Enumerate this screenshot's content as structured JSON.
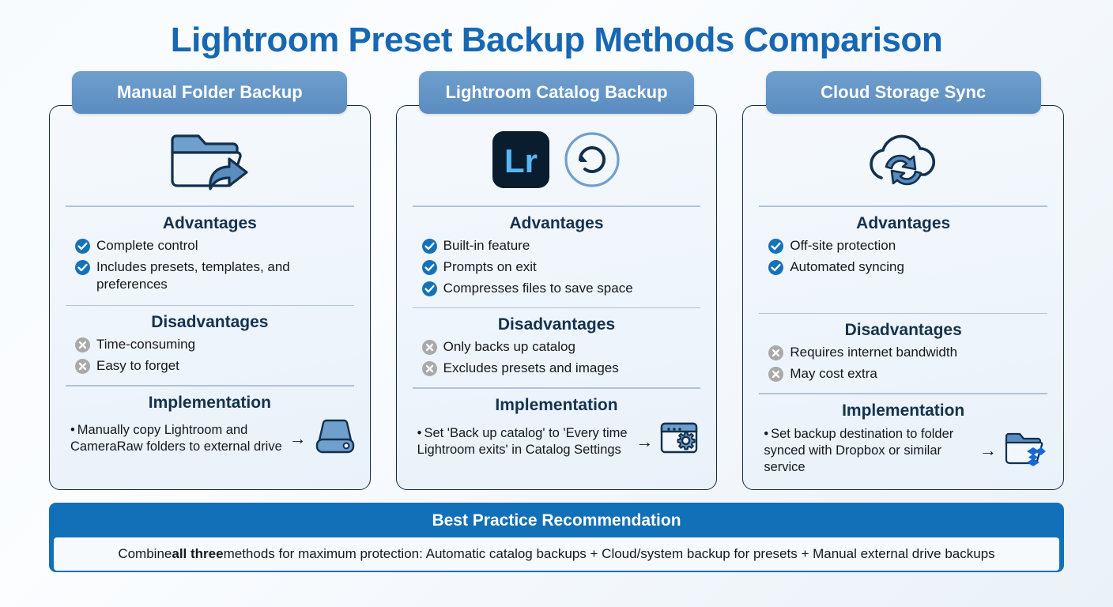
{
  "page": {
    "title": "Lightroom Preset Backup Methods Comparison",
    "accent_blue": "#1767b3",
    "header_pill_blue": "#5b8cc0",
    "banner_blue": "#1270b8",
    "check_color": "#1572b8",
    "cross_color": "#a9a9a9",
    "section_heading_color": "#14324e"
  },
  "sections": {
    "advantages_label": "Advantages",
    "disadvantages_label": "Disadvantages",
    "implementation_label": "Implementation"
  },
  "columns": [
    {
      "header": "Manual Folder Backup",
      "icons": [
        "folder-share-icon"
      ],
      "advantages": [
        "Complete control",
        "Includes presets, templates, and preferences"
      ],
      "disadvantages": [
        "Time-consuming",
        "Easy to forget"
      ],
      "implementation": {
        "text": "Manually copy Lightroom and CameraRaw folders to external drive",
        "arrow": "→",
        "icon": "external-hard-drive-icon"
      }
    },
    {
      "header": "Lightroom Catalog Backup",
      "icons": [
        "lightroom-lr-logo-icon",
        "restore-rotate-icon"
      ],
      "advantages": [
        "Built-in feature",
        "Prompts on exit",
        "Compresses files to save space"
      ],
      "disadvantages": [
        "Only backs up catalog",
        "Excludes presets and images"
      ],
      "implementation": {
        "text": "Set 'Back up catalog' to 'Every time Lightroom exits' in Catalog Settings",
        "arrow": "→",
        "icon": "browser-settings-gear-icon"
      }
    },
    {
      "header": "Cloud Storage Sync",
      "icons": [
        "cloud-sync-icon"
      ],
      "advantages": [
        "Off-site protection",
        "Automated syncing"
      ],
      "disadvantages": [
        "Requires internet bandwidth",
        "May cost extra"
      ],
      "implementation": {
        "text": "Set backup destination to folder synced with Dropbox or similar service",
        "arrow": "→",
        "icon": "dropbox-folder-icon"
      }
    }
  ],
  "banner": {
    "title": "Best Practice Recommendation",
    "body_prefix": "Combine ",
    "body_bold": "all three",
    "body_suffix": " methods for maximum protection: Automatic catalog backups + Cloud/system backup for presets + Manual external drive backups"
  },
  "bullet_char": "•"
}
